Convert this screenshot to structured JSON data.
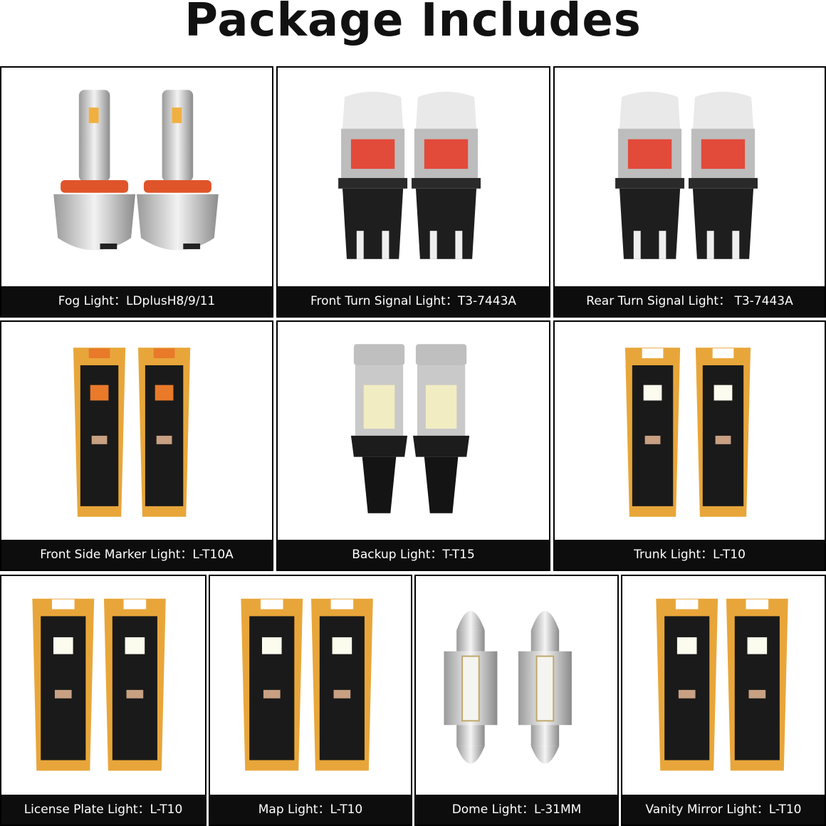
{
  "title": "Package Includes",
  "items": [
    {
      "label": "Fog Light：LDplusH8/9/11",
      "icon": "led-headlight-bulb-icon"
    },
    {
      "label": "Front Turn Signal Light：T3-7443A",
      "icon": "turn-signal-bulb-icon"
    },
    {
      "label": "Rear Turn Signal Light： T3-7443A",
      "icon": "turn-signal-bulb-icon"
    },
    {
      "label": "Front Side Marker Light：L-T10A",
      "icon": "t10-amber-bulb-icon"
    },
    {
      "label": "Backup Light：T-T15",
      "icon": "t15-backup-bulb-icon"
    },
    {
      "label": "Trunk Light：L-T10",
      "icon": "t10-white-bulb-icon"
    },
    {
      "label": "License Plate Light：L-T10",
      "icon": "t10-white-bulb-icon"
    },
    {
      "label": "Map Light：L-T10",
      "icon": "t10-white-bulb-icon"
    },
    {
      "label": "Dome Light：L-31MM",
      "icon": "festoon-dome-bulb-icon"
    },
    {
      "label": "Vanity Mirror Light：L-T10",
      "icon": "t10-white-bulb-icon"
    }
  ]
}
